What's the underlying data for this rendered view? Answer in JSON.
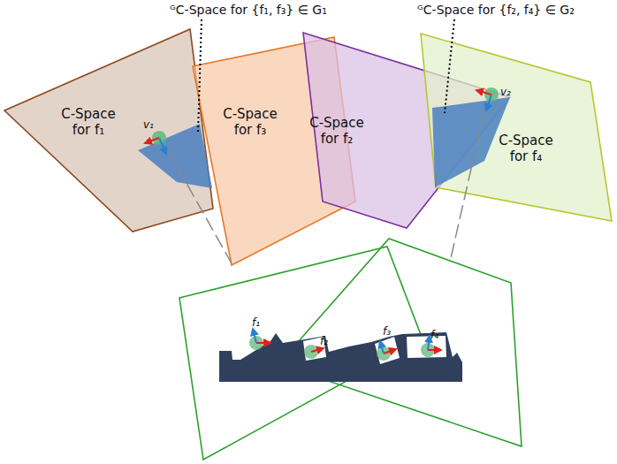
{
  "diagram": {
    "nodes": [
      {
        "text": [
          "C-Space for f₁"
        ]
      },
      {
        "text": [
          "C-Space for f₃"
        ]
      },
      {
        "text": [
          "C-Space for f₂"
        ]
      },
      {
        "text": [
          "C-Space for f₄"
        ]
      }
    ],
    "labels": [
      "ᴳC-Space for {f₁, f₃} ∈ G₁",
      "ᴳC-Space for {f₂, f₄} ∈ G₂",
      "v₁",
      "v₂",
      "f₁",
      "f₂",
      "f₃",
      "f₄"
    ]
  }
}
